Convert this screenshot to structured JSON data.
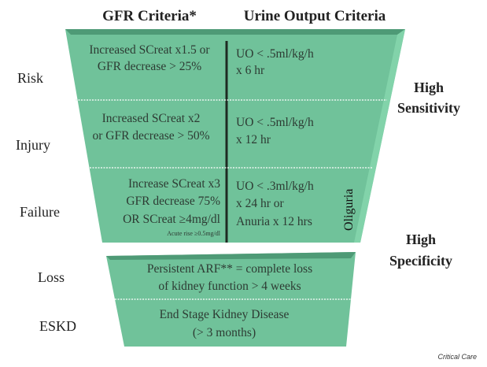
{
  "headers": {
    "gfr": "GFR Criteria*",
    "uo": "Urine Output Criteria"
  },
  "stages": [
    {
      "name": "Risk",
      "gfr": [
        "Increased SCreat x1.5 or",
        "GFR decrease > 25%"
      ],
      "uo": [
        "UO < .5ml/kg/h",
        "x 6 hr"
      ]
    },
    {
      "name": "Injury",
      "gfr": [
        "Increased SCreat x2",
        "or GFR decrease > 50%"
      ],
      "uo": [
        "UO < .5ml/kg/h",
        "x 12 hr"
      ]
    },
    {
      "name": "Failure",
      "gfr": [
        "Increase SCreat x3",
        "GFR decrease 75%",
        "OR SCreat ≥4mg/dl"
      ],
      "gfr_note": "Acute rise ≥0.5mg/dl",
      "uo": [
        "UO < .3ml/kg/h",
        "x 24 hr or",
        "Anuria x 12 hrs"
      ]
    },
    {
      "name": "Loss",
      "text": [
        "Persistent ARF** = complete loss",
        "of kidney function > 4 weeks"
      ]
    },
    {
      "name": "ESKD",
      "text": [
        "End Stage Kidney Disease",
        "(> 3 months)"
      ]
    }
  ],
  "oliguria": "Oliguria",
  "side_labels": {
    "sensitivity": [
      "High",
      "Sensitivity"
    ],
    "specificity": [
      "High",
      "Specificity"
    ]
  },
  "source": "Critical Care",
  "colors": {
    "fill": "#70c29a",
    "edge": "#4e9a76",
    "divider": "#1e2a22"
  }
}
